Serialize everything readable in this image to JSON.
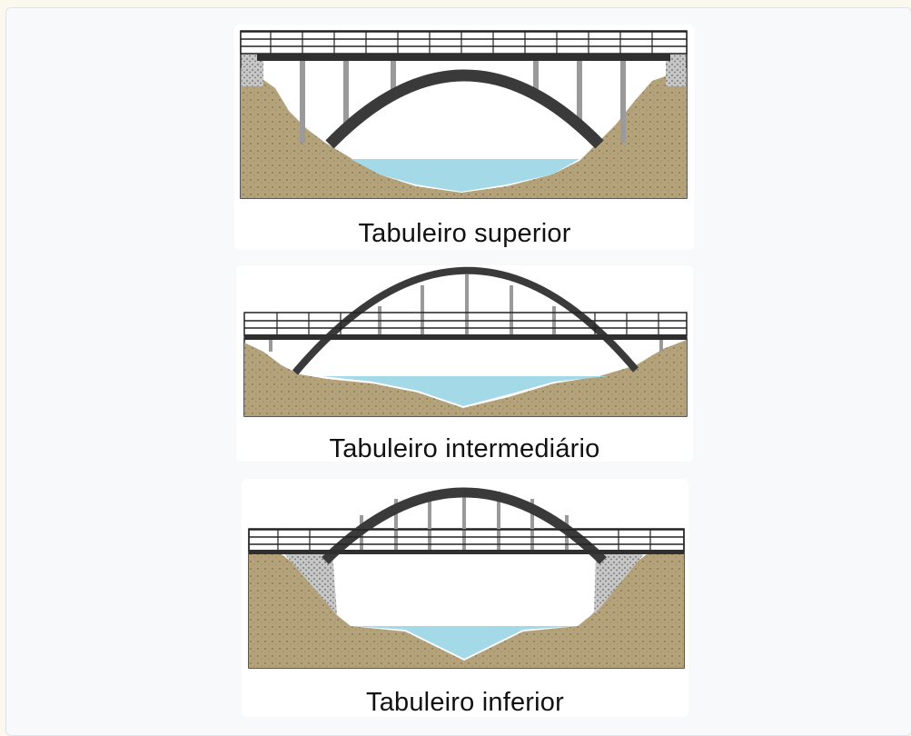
{
  "colors": {
    "background": "#f8f9fb",
    "soil": "#b3a27a",
    "soil_dark": "#8a7a56",
    "water": "#a4dae8",
    "arch": "#3a3a3a",
    "deck": "#2f2f2f",
    "hanger": "#9a9a9a",
    "rock": "#c8c8c8"
  },
  "panels": [
    {
      "id": "superior",
      "caption": "Tabuleiro superior"
    },
    {
      "id": "intermediario",
      "caption": "Tabuleiro intermediário"
    },
    {
      "id": "inferior",
      "caption": "Tabuleiro inferior"
    }
  ]
}
